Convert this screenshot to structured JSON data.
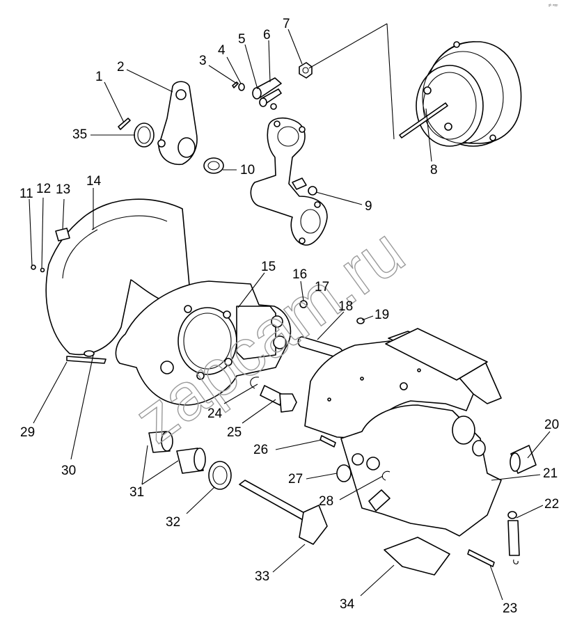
{
  "diagram": {
    "watermark": "zapcam.ru",
    "corner_mark": "ᵍᵏ ʷᵖᵖ",
    "callouts": [
      {
        "id": "1",
        "label": "1"
      },
      {
        "id": "2",
        "label": "2"
      },
      {
        "id": "3",
        "label": "3"
      },
      {
        "id": "4",
        "label": "4"
      },
      {
        "id": "5",
        "label": "5"
      },
      {
        "id": "6",
        "label": "6"
      },
      {
        "id": "7",
        "label": "7"
      },
      {
        "id": "8",
        "label": "8"
      },
      {
        "id": "9",
        "label": "9"
      },
      {
        "id": "10",
        "label": "10"
      },
      {
        "id": "11",
        "label": "11"
      },
      {
        "id": "12",
        "label": "12"
      },
      {
        "id": "13",
        "label": "13"
      },
      {
        "id": "14",
        "label": "14"
      },
      {
        "id": "15",
        "label": "15"
      },
      {
        "id": "16",
        "label": "16"
      },
      {
        "id": "17",
        "label": "17"
      },
      {
        "id": "18",
        "label": "18"
      },
      {
        "id": "19",
        "label": "19"
      },
      {
        "id": "20",
        "label": "20"
      },
      {
        "id": "21",
        "label": "21"
      },
      {
        "id": "22",
        "label": "22"
      },
      {
        "id": "23",
        "label": "23"
      },
      {
        "id": "24",
        "label": "24"
      },
      {
        "id": "25",
        "label": "25"
      },
      {
        "id": "26",
        "label": "26"
      },
      {
        "id": "27",
        "label": "27"
      },
      {
        "id": "28",
        "label": "28"
      },
      {
        "id": "29",
        "label": "29"
      },
      {
        "id": "30",
        "label": "30"
      },
      {
        "id": "31",
        "label": "31"
      },
      {
        "id": "32",
        "label": "32"
      },
      {
        "id": "33",
        "label": "33"
      },
      {
        "id": "34",
        "label": "34"
      },
      {
        "id": "35",
        "label": "35"
      }
    ]
  }
}
